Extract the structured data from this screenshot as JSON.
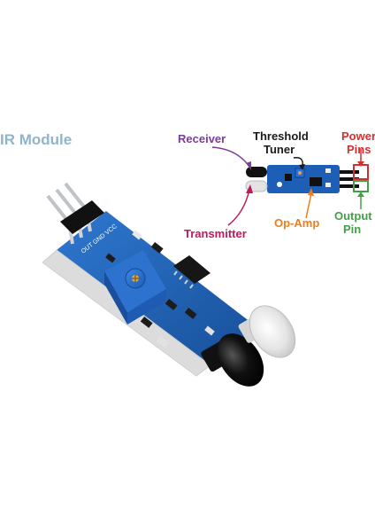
{
  "title": "IR Module",
  "board_silkscreen": {
    "pins": "OUT GND VCC"
  },
  "annotations": {
    "receiver": "Receiver",
    "threshold_line1": "Threshold",
    "threshold_line2": "Tuner",
    "power_line1": "Power",
    "power_line2": "Pins",
    "transmitter": "Transmitter",
    "opamp": "Op-Amp",
    "output_line1": "Output",
    "output_line2": "Pin"
  },
  "colors": {
    "title": "#8fb4cc",
    "receiver": "#7d3c98",
    "threshold": "#1a1a1a",
    "power": "#d32f2f",
    "transmitter": "#c2185b",
    "opamp": "#ef7d1a",
    "output": "#43a047",
    "pcb": "#1f5fb0",
    "potentiometer": "#2a6fd0"
  }
}
